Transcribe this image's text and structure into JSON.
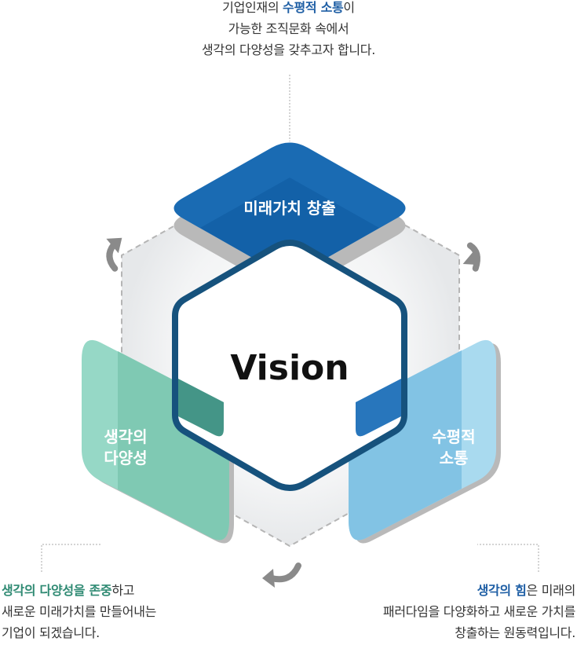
{
  "captions": {
    "top": {
      "line1_pre": "기업인재의 ",
      "line1_hl": "수평적 소통",
      "line1_post": "이",
      "line2": "가능한 조직문화 속에서",
      "line3": "생각의 다양성을 갖추고자 합니다."
    },
    "left": {
      "line1_hl1": "생각의 다양성",
      "line1_mid": "을 ",
      "line1_hl2": "존중",
      "line1_post": "하고",
      "line2": "새로운 미래가치를 만들어내는",
      "line3": "기업이 되겠습니다."
    },
    "right": {
      "line1_hl": "생각의 힘",
      "line1_post": "은 미래의",
      "line2": "패러다임을 다양화하고 새로운 가치를",
      "line3": "창출하는 원동력입니다."
    }
  },
  "diagram": {
    "center_label": "Vision",
    "top_node": "미래가치  창출",
    "left_node_line1": "생각의",
    "left_node_line2": "다양성",
    "right_node_line1": "수평적",
    "right_node_line2": "소통"
  },
  "colors": {
    "top_node": "#1a6bb3",
    "left_node": "#8fd3bf",
    "right_node": "#82c3e4",
    "hexagon_outline": "#16527d",
    "arrows": "#8a8a8a",
    "highlight_blue": "#1f5fa5",
    "highlight_green": "#2f8a73"
  },
  "icons": [
    "curved-arrow-icon"
  ]
}
